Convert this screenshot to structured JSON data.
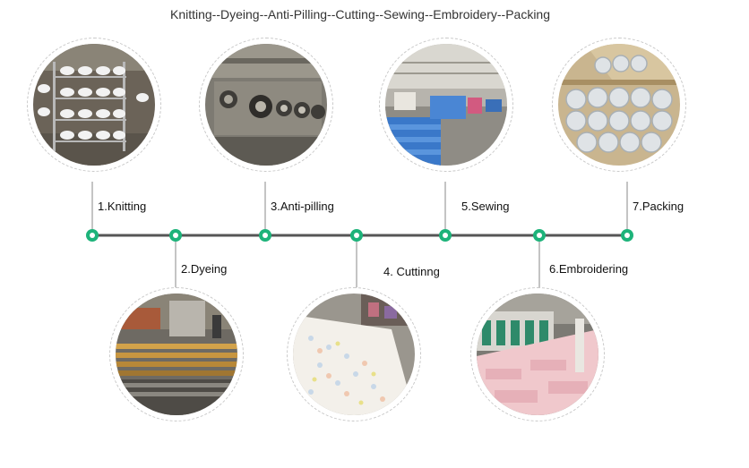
{
  "title": "Knitting--Dyeing--Anti-Pilling--Cutting--Sewing--Embroidery--Packing",
  "steps": [
    {
      "label": "1.Knitting"
    },
    {
      "label": "2.Dyeing"
    },
    {
      "label": "3.Anti-pilling"
    },
    {
      "label": "4. Cuttinng"
    },
    {
      "label": "5.Sewing"
    },
    {
      "label": "6.Embroidering"
    },
    {
      "label": "7.Packing"
    }
  ],
  "colors": {
    "line": "#555555",
    "node_ring": "#1db37a",
    "node_center": "#ffffff"
  }
}
